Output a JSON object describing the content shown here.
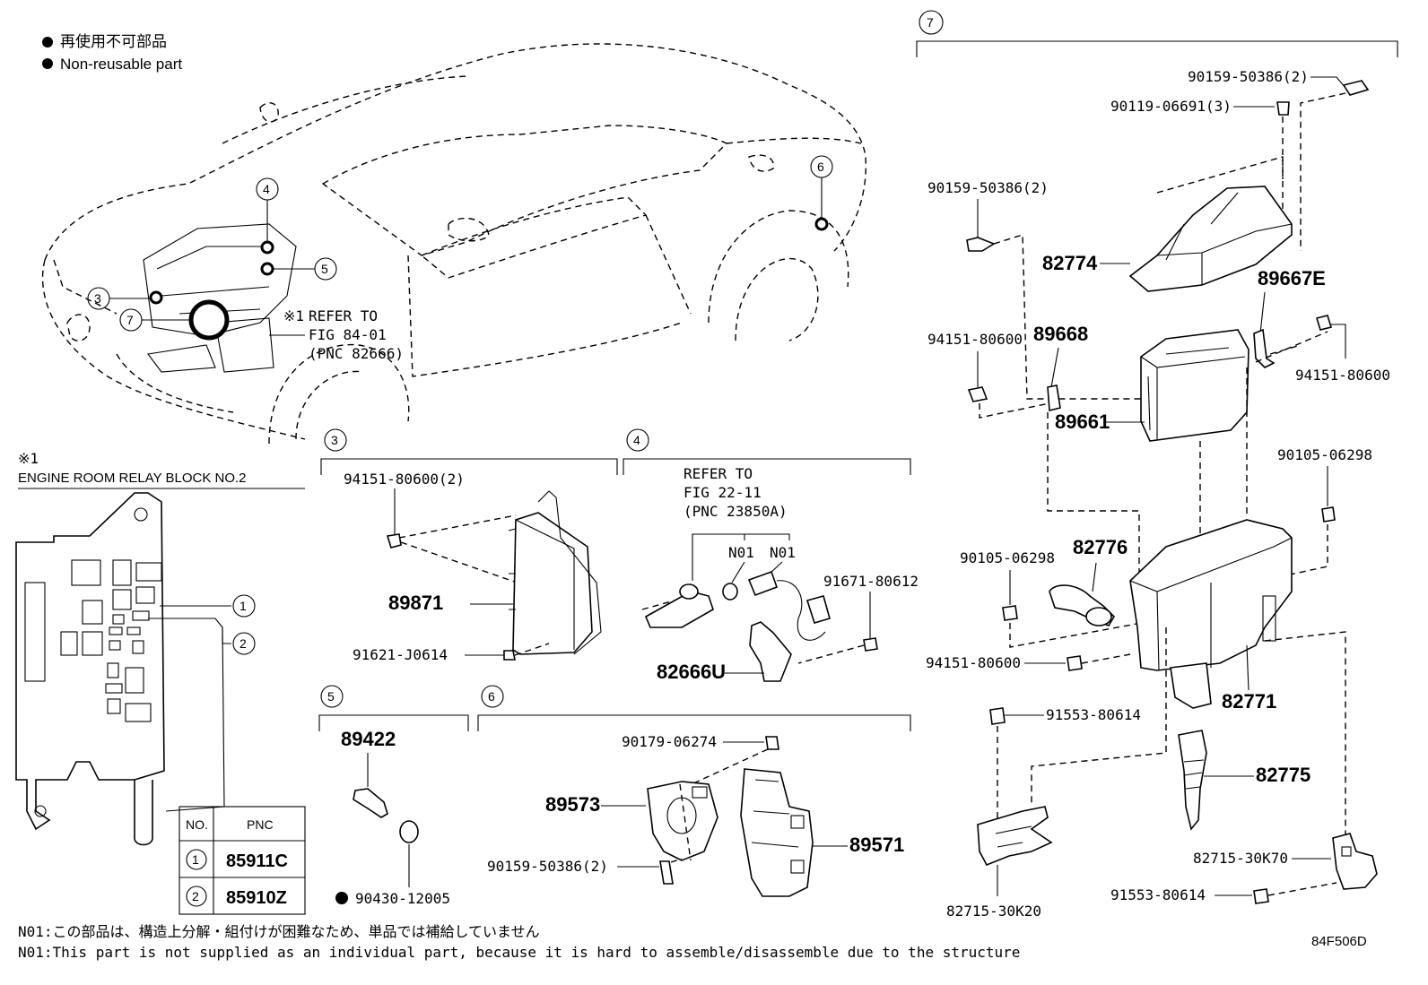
{
  "legend": {
    "jp": "再使用不可部品",
    "en": "Non-reusable part"
  },
  "car_callouts": {
    "note_mark": "※1",
    "refer_lines": [
      "REFER TO",
      "FIG 84-01",
      "(PNC 82666)"
    ],
    "circle_numbers": [
      "3",
      "4",
      "5",
      "6",
      "7"
    ]
  },
  "relay_block": {
    "note_mark": "※1",
    "title": "ENGINE ROOM RELAY BLOCK  NO.2",
    "callouts": [
      "1",
      "2"
    ],
    "table": {
      "headers": [
        "NO.",
        "PNC"
      ],
      "rows": [
        {
          "no": "1",
          "pnc": "85911C"
        },
        {
          "no": "2",
          "pnc": "85910Z"
        }
      ]
    }
  },
  "section3": {
    "number": "3",
    "parts": {
      "p1": "94151-80600(2)",
      "p2": "89871",
      "p3": "91621-J0614"
    }
  },
  "section4": {
    "number": "4",
    "refer_lines": [
      "REFER TO",
      "FIG 22-11",
      "(PNC 23850A)"
    ],
    "n01a": "N01",
    "n01b": "N01",
    "parts": {
      "p1": "91671-80612",
      "p2": "82666U"
    }
  },
  "section5": {
    "number": "5",
    "parts": {
      "p1": "89422",
      "p2": "90430-12005"
    }
  },
  "section6": {
    "number": "6",
    "parts": {
      "p1": "90179-06274",
      "p2": "89573",
      "p3": "90159-50386(2)",
      "p4": "89571"
    }
  },
  "section7": {
    "number": "7",
    "parts": {
      "a": "90159-50386(2)",
      "b": "90119-06691(3)",
      "c": "90159-50386(2)",
      "d": "82774",
      "e": "89667E",
      "f": "94151-80600",
      "g": "89668",
      "h": "94151-80600",
      "i": "89661",
      "j": "90105-06298",
      "k": "90105-06298",
      "l": "82776",
      "m": "94151-80600",
      "n": "91553-80614",
      "o": "82771",
      "p": "82775",
      "q": "82715-30K70",
      "r": "91553-80614",
      "s": "82715-30K20"
    }
  },
  "footnotes": {
    "jp": "N01:この部品は、構造上分解・組付けが困難なため、単品では補給していません",
    "en": "N01:This part is not supplied as an individual part, because it is hard to assemble/disassemble due to the structure"
  },
  "figure_id": "84F506D"
}
